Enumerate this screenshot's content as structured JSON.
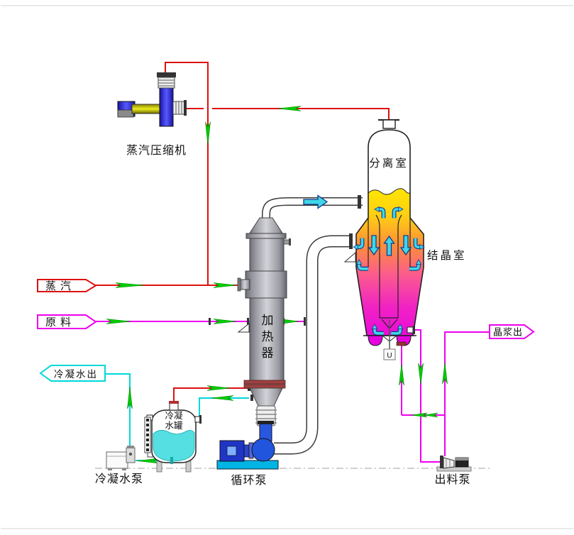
{
  "diagram": {
    "type": "process-flow-diagram",
    "labels": {
      "compressor": "蒸汽压缩机",
      "separator": "分离室",
      "crystallizer": "结晶室",
      "heater": "加热器",
      "tank_line1": "冷凝",
      "tank_line2": "水罐",
      "condensate_pump": "冷凝水泵",
      "circulation_pump": "循环泵",
      "discharge_pump": "出料泵",
      "agitator_tag": "U"
    },
    "flags": {
      "steam_in": "蒸汽",
      "feed_in": "原料",
      "condensate_out": "冷凝水出",
      "slurry_out": "晶浆出"
    },
    "colors": {
      "steam_line": "#dd1111",
      "feed_slurry_line": "#ee00ee",
      "condensate_line": "#00d8d8",
      "flow_arrow_green": "#00cc00",
      "internal_arrow_fill": "#3fd6e8",
      "internal_arrow_outline": "#123a8c",
      "crystallizer_gradient_top": "#ffe800",
      "crystallizer_gradient_bottom": "#e800e0",
      "compressor_body": "#2a2ae0",
      "motor_shaft": "#e8e000",
      "circulation_pump_body": "#2255dd"
    }
  }
}
